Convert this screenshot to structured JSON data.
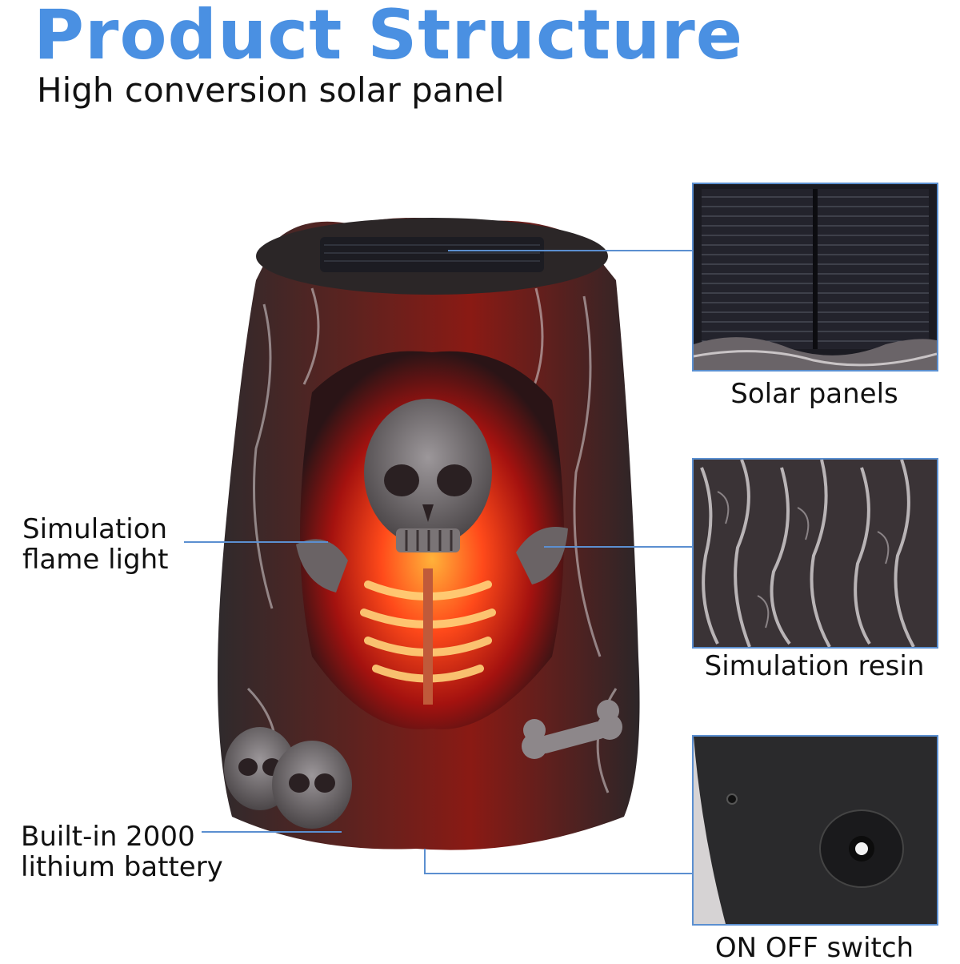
{
  "header": {
    "title": "Product Structure",
    "subtitle": "High conversion solar panel"
  },
  "callouts_left": {
    "flame_line1": "Simulation",
    "flame_line2": "flame light",
    "battery_line1": "Built-in 2000",
    "battery_line2": "lithium battery"
  },
  "thumbnails": {
    "solar_caption": "Solar panels",
    "resin_caption": "Simulation resin",
    "switch_caption": "ON OFF switch"
  },
  "colors": {
    "title": "#4a90e2",
    "callout": "#5b8fd0",
    "flame": "#ff3b1f",
    "resin": "#3a3336"
  }
}
